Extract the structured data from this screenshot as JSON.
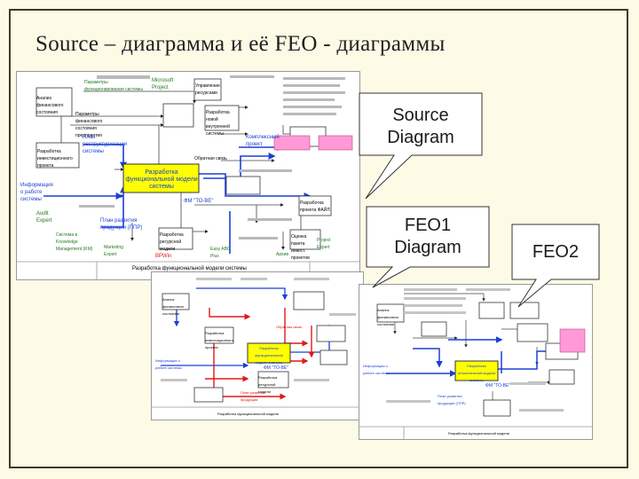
{
  "slide": {
    "title": "Source – диаграмма и её FEO - диаграммы"
  },
  "callouts": {
    "source": {
      "line1": "Source",
      "line2": "Diagram"
    },
    "feo1": {
      "line1": "FEO1",
      "line2": "Diagram"
    },
    "feo2": {
      "line1": "FEO2"
    }
  },
  "source_diagram": {
    "boxes": [
      "Анализ финансового состояния",
      "Разработка инвестиционного проекта",
      "Разработка функциональной модели системы",
      "Управление ресурсами",
      "Разработка новой внутренней системы",
      "Разработка ресурсной модели",
      "Оценка пакета инвест. проектов",
      "Разработка проекта ФАЙЛ"
    ],
    "labels": [
      "Параметры функционирования системы",
      "Microsoft Project",
      "Параметры финансового состояния предприятия",
      "План реструктуризации системы",
      "Комплексный проект",
      "Информация о работе системы",
      "Обратная связь",
      "ФМ \"ТО-ВЕ\"",
      "Audit Expert",
      "Система в Knowledge Management (KM)",
      "План развития продукции (ППР)",
      "Marketing Expert",
      "BPWin",
      "Easy ABC Plus",
      "Project Expert",
      "Архив"
    ],
    "footer": "Разработка функциональной модели системы"
  },
  "feo1_diagram": {
    "boxes": [
      "Анализ финансового состояния",
      "Разработка функциональной модели системы",
      "Разработка ресурсной модели",
      "Разработка инвестиционного проекта"
    ],
    "labels": [
      "План развития продукции",
      "ФМ \"ТО-ВЕ\"",
      "Обратная связь",
      "Информация о работе системы"
    ],
    "footer": "Разработка функциональной модели"
  },
  "feo2_diagram": {
    "boxes": [
      "Разработка относительной модели системы",
      "Анализ финансового состояния"
    ],
    "labels": [
      "Информация о работе системы",
      "ФМ \"ТО-ВЕ\"",
      "План развития продукции (ППР)"
    ],
    "footer": "Разработка функциональной модели"
  },
  "colors": {
    "background": "#fdfbe6",
    "frame": "#3d3a2a",
    "idef_box": "#ffff00",
    "flow_blue": "#1b3fd6",
    "flow_red": "#e01818",
    "highlight_pink": "#ff9ad6",
    "label_green": "#1f7a1f"
  }
}
